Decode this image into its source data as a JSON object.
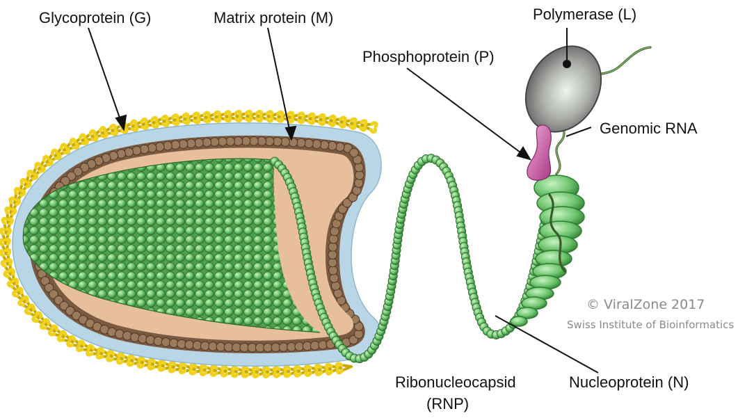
{
  "labels": {
    "glycoprotein": "Glycoprotein (G)",
    "matrix": "Matrix protein (M)",
    "polymerase": "Polymerase (L)",
    "phosphoprotein": "Phosphoprotein (P)",
    "genomic_rna": "Genomic RNA",
    "ribonucleocapsid_line1": "Ribonucleocapsid",
    "ribonucleocapsid_line2": "(RNP)",
    "nucleoprotein": "Nucleoprotein (N)"
  },
  "credit": {
    "line1": "© ViralZone 2017",
    "line2": "Swiss Institute of Bioinformatics"
  },
  "colors": {
    "glycoprotein": "#f0d21e",
    "membrane": "#b9d6e6",
    "matrix": "#8a6a4e",
    "interior": "#e8bf9c",
    "nucleocapsid": "#6cc36c",
    "nucleocapsid_dark": "#2e7d32",
    "polymerase": "#9a9a9a",
    "phosphoprotein": "#cc55aa",
    "rna": "#3b5a2a"
  }
}
